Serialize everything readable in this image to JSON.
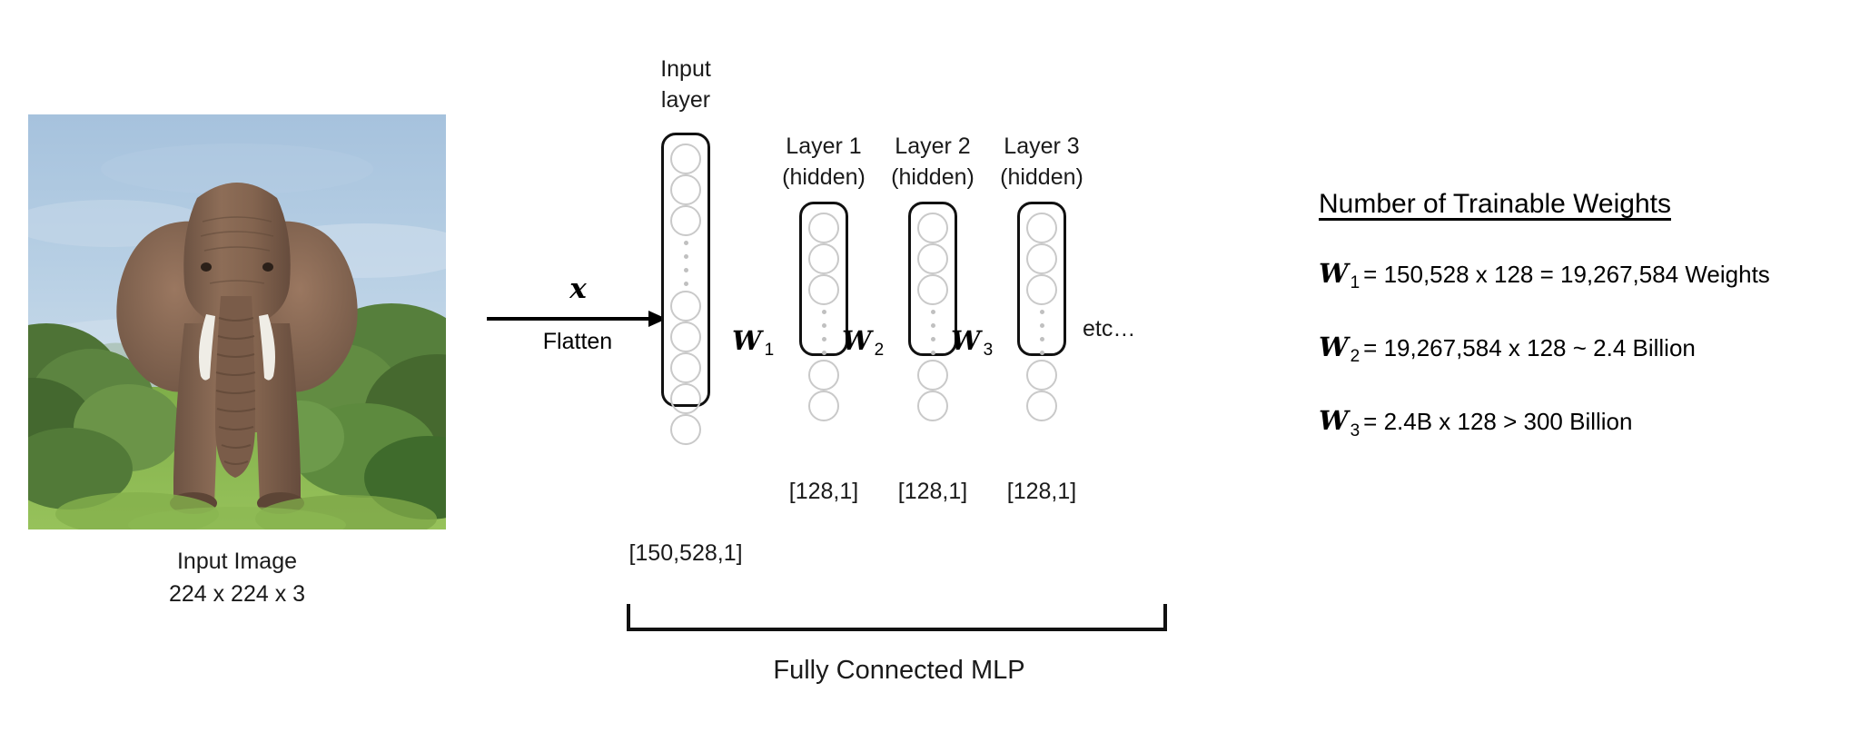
{
  "input_image": {
    "alt": "elephant-photo",
    "caption_line1": "Input Image",
    "caption_line2": "224 x 224 x 3",
    "colors": {
      "sky": "#a9c4de",
      "sky_light": "#c3d6e7",
      "foliage_dark": "#3f5c2d",
      "foliage_light": "#8ab04a",
      "grass": "#8fbb54",
      "elephant_body": "#8a6a55",
      "elephant_dark": "#6b5040",
      "tusk": "#f2f0ea"
    }
  },
  "flatten": {
    "symbol": "✘",
    "x_symbol": "x",
    "label": "Flatten"
  },
  "network": {
    "layers": [
      {
        "id": "input",
        "title_line1": "Input",
        "title_line2": "layer",
        "dim": "[150,528,1]",
        "nodes_before_dots": 3,
        "dots": 4,
        "nodes_after_dots": 5
      },
      {
        "id": "hidden1",
        "title_line1": "Layer 1",
        "title_line2": "(hidden)",
        "dim": "[128,1]",
        "nodes_before_dots": 3,
        "dots": 4,
        "nodes_after_dots": 2
      },
      {
        "id": "hidden2",
        "title_line1": "Layer 2",
        "title_line2": "(hidden)",
        "dim": "[128,1]",
        "nodes_before_dots": 3,
        "dots": 4,
        "nodes_after_dots": 2
      },
      {
        "id": "hidden3",
        "title_line1": "Layer 3",
        "title_line2": "(hidden)",
        "dim": "[128,1]",
        "nodes_before_dots": 3,
        "dots": 4,
        "nodes_after_dots": 2
      }
    ],
    "weight_labels": [
      {
        "symbol": "W",
        "subscript": "1"
      },
      {
        "symbol": "W",
        "subscript": "2"
      },
      {
        "symbol": "W",
        "subscript": "3"
      }
    ],
    "etc_label": "etc…",
    "bracket_caption": "Fully Connected MLP"
  },
  "weights_panel": {
    "title": "Number of Trainable Weights",
    "lines": [
      {
        "symbol": "W",
        "subscript": "1",
        "expression": "= 150,528 x 128 = 19,267,584 Weights"
      },
      {
        "symbol": "W",
        "subscript": "2",
        "expression": "= 19,267,584 x 128 ~ 2.4 Billion"
      },
      {
        "symbol": "W",
        "subscript": "3",
        "expression": "= 2.4B x 128 > 300 Billion"
      }
    ]
  }
}
